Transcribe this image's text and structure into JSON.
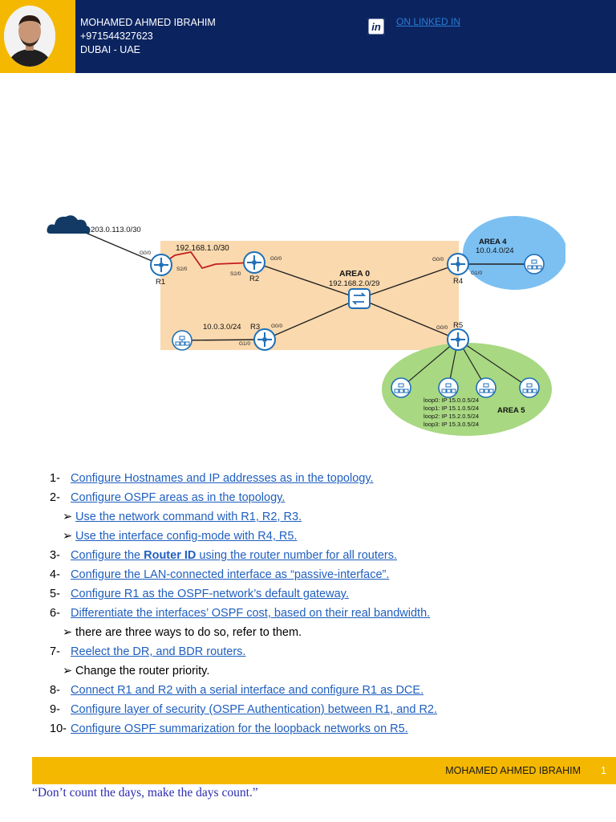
{
  "header": {
    "name": "MOHAMED AHMED IBRAHIM",
    "phone": "+971544327623",
    "location": "DUBAI - UAE",
    "linkedin_label": "ON LINKED IN",
    "linkedin_icon": "linkedin-icon"
  },
  "topology": {
    "cloud_net": "203.0.113.0/30",
    "serial_net": "192.168.1.0/30",
    "area0_label": "AREA 0",
    "area0_net": "192.168.2.0/29",
    "area4_label": "AREA 4",
    "area4_net": "10.0.4.0/24",
    "area5_label": "AREA 5",
    "lan3_net": "10.0.3.0/24",
    "r1": "R1",
    "r2": "R2",
    "r3": "R3",
    "r4": "R4",
    "r5": "R5",
    "if_r1_g00": "G0/0",
    "if_r1_s20": "S2/0",
    "if_r2_s20": "S2/0",
    "if_r2_g00": "G0/0",
    "if_r3_g00": "G0/0",
    "if_r3_g10": "G1/0",
    "if_r4_g00": "G0/0",
    "if_r4_g10": "G1/0",
    "if_r5_g00": "G0/0",
    "loop0": "loop0: IP 15.0.0.5/24",
    "loop1": "loop1: IP 15.1.0.5/24",
    "loop2": "loop2: IP 15.2.0.5/24",
    "loop3": "loop3: IP 15.3.0.5/24"
  },
  "tasks": [
    {
      "num": "1-",
      "text": "Configure Hostnames and IP addresses as in the topology."
    },
    {
      "num": "2-",
      "text": "Configure OSPF areas as in the topology."
    },
    {
      "sub": "Use the network command with R1, R2, R3."
    },
    {
      "sub": "Use the interface config-mode with R4, R5."
    },
    {
      "num": "3-",
      "pre": "Configure the ",
      "bold": "Router ID",
      "post": " using the router number for all routers."
    },
    {
      "num": "4-",
      "text": "Configure the LAN-connected interface as “passive-interface”."
    },
    {
      "num": "5-",
      "text": "Configure R1 as the OSPF-network’s default gateway."
    },
    {
      "num": "6-",
      "text": "Differentiate the interfaces’ OSPF cost, based on their real bandwidth."
    },
    {
      "sub_plain": "there are three ways to do so, refer to them."
    },
    {
      "num": "7-",
      "text": "Reelect the DR, and BDR routers."
    },
    {
      "sub_plain": "Change the router priority."
    },
    {
      "num": "8-",
      "text": "Connect R1 and R2 with a serial interface and configure R1 as DCE."
    },
    {
      "num": "9-",
      "text": "Configure layer of security (OSPF Authentication) between R1, and R2."
    },
    {
      "num": "10-",
      "text": "Configure OSPF summarization for the loopback networks on R5."
    }
  ],
  "footer": {
    "name": "MOHAMED AHMED IBRAHIM",
    "page": "1",
    "quote": "“Don’t count the days, make the days count.”"
  },
  "colors": {
    "navy": "#0b2460",
    "yellow": "#f5b800",
    "link": "#1f5fbf",
    "area0_fill": "#fad9ae",
    "area4_fill": "#7cc0f2",
    "area5_fill": "#a8d882",
    "router_blue": "#1f6fb8"
  }
}
